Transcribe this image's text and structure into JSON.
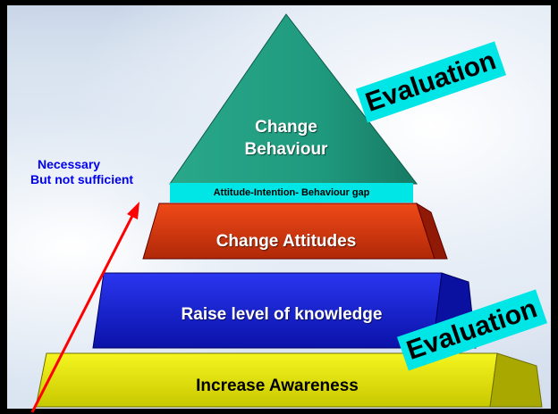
{
  "levels": {
    "top": {
      "line1": "Change",
      "line2": "Behaviour"
    },
    "gap_label": "Attitude-Intention- Behaviour gap",
    "attitudes": "Change Attitudes",
    "knowledge": "Raise level of knowledge",
    "awareness": "Increase Awareness"
  },
  "side_note": {
    "line1": "Necessary",
    "line2": "But not sufficient"
  },
  "evaluation_upper": "Evaluation",
  "evaluation_lower": "Evaluation",
  "colors": {
    "top": "#1f9a7e",
    "attitudes": "#e03510",
    "knowledge": "#1020d8",
    "awareness": "#f0f000",
    "label_box": "#00e5e5",
    "note_text": "#0000ee",
    "arrow": "#ff0000"
  }
}
